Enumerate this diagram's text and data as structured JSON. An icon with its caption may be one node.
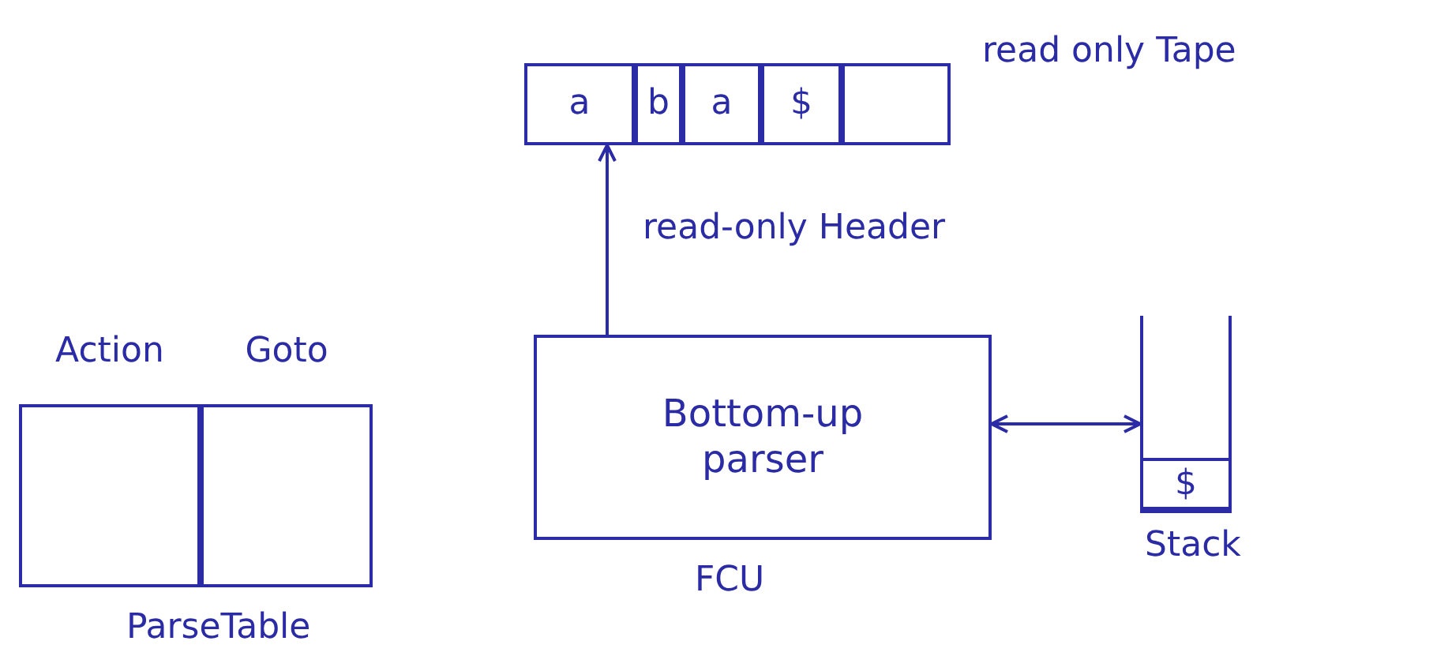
{
  "diagram": {
    "nodes": [
      {
        "text": [],
        "shape": "box",
        "beside": [
          "read only Tape"
        ]
      },
      {
        "text": [
          "a"
        ],
        "in": 0
      },
      {
        "text": [
          "b"
        ],
        "in": 0
      },
      {
        "text": [
          "a"
        ],
        "in": 0
      },
      {
        "text": [
          "$"
        ],
        "in": 0
      },
      {
        "text": [],
        "shape": "box",
        "in": 0
      },
      {
        "text": [],
        "shape": "box",
        "beside": [
          "ParseTable"
        ]
      },
      {
        "text": [
          "Action"
        ],
        "in": 6
      },
      {
        "text": [
          "Goto"
        ],
        "in": 6
      },
      {
        "text": [
          "Bottom-up parser"
        ],
        "beside": [
          "FCU"
        ]
      },
      {
        "text": [],
        "shape": "box",
        "beside": [
          "Stack"
        ]
      },
      {
        "text": [
          "$"
        ],
        "in": 10
      }
    ],
    "edges": [
      {
        "from": 9,
        "to": 1,
        "arrow": "to",
        "label": "read-only Header"
      },
      {
        "from": 9,
        "to": 10,
        "arrow": "both"
      }
    ]
  }
}
